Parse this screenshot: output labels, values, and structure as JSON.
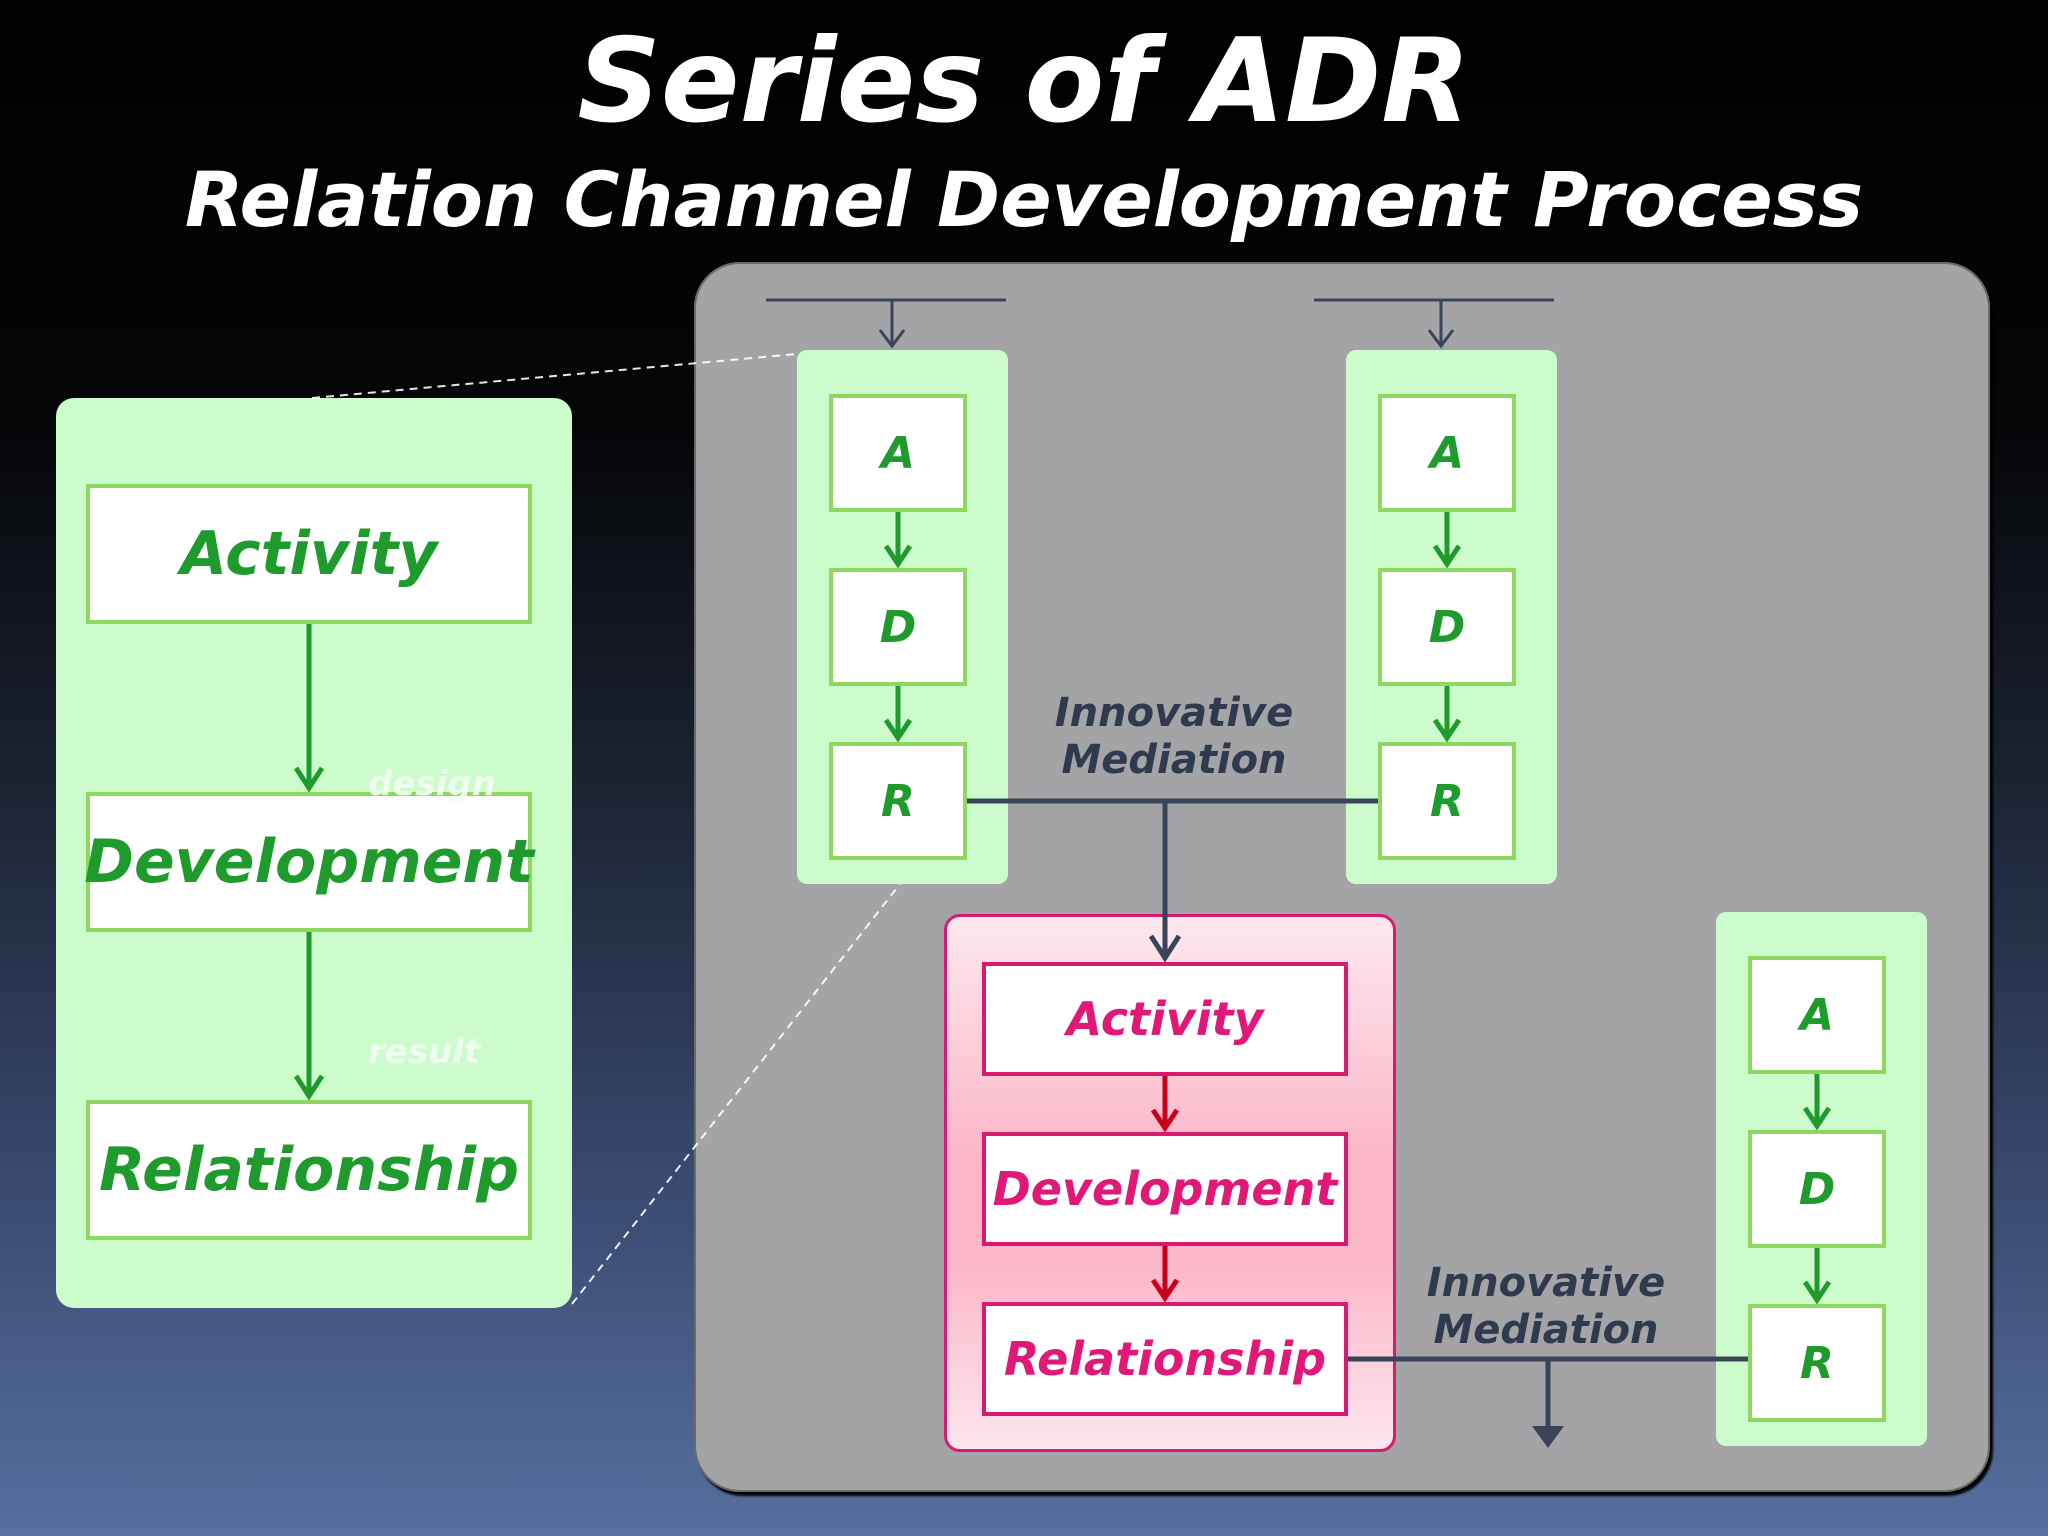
{
  "title": "Series of ADR",
  "subtitle": "Relation Channel Development Process",
  "detail": {
    "activity": "Activity",
    "development": "Development",
    "relationship": "Relationship",
    "design_note": "design",
    "result_note": "result"
  },
  "units": {
    "top_left": {
      "a": "A",
      "d": "D",
      "r": "R"
    },
    "top_right": {
      "a": "A",
      "d": "D",
      "r": "R"
    },
    "bottom_right": {
      "a": "A",
      "d": "D",
      "r": "R"
    }
  },
  "highlight": {
    "activity": "Activity",
    "development": "Development",
    "relationship": "Relationship"
  },
  "mediation_top": {
    "line1": "Innovative",
    "line2": "Mediation"
  },
  "mediation_bottom": {
    "line1": "Innovative",
    "line2": "Mediation"
  },
  "colors": {
    "green_text": "#1f9a2c",
    "green_fill": "#ccfccc",
    "green_border": "#8ed860",
    "magenta": "#e01878",
    "dark_arrow": "#3a4458",
    "red_arrow": "#c8001c"
  }
}
